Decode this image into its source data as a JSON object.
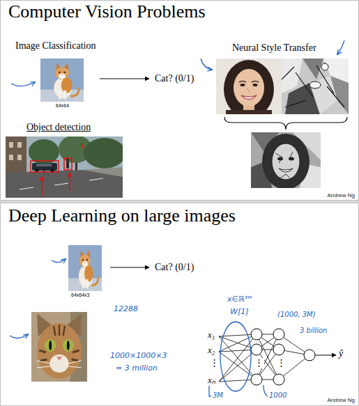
{
  "diagram": {
    "nodes": [
      {
        "text": [
          "Computer Vision Problems",
          "Andrew Ng"
        ]
      },
      {
        "text": [
          "Deep Learning on large images",
          "Andrew Ng"
        ]
      }
    ],
    "labels": [
      "Image Classification",
      "Neural Style Transfer",
      "64x64",
      "Cat? (0/1)",
      "Object detection",
      "64x64x3",
      "Cat? (0/1)",
      "12288",
      "x∈ℝ³ᴹ",
      "W[1]",
      "(1000, 3M)",
      "3 billion",
      "x₁",
      "x₂",
      "⋮",
      "xₙ",
      "⋮",
      "⋮",
      "ŷ",
      "1000×1000×3",
      "= 3 million",
      "3M",
      "1000"
    ]
  }
}
